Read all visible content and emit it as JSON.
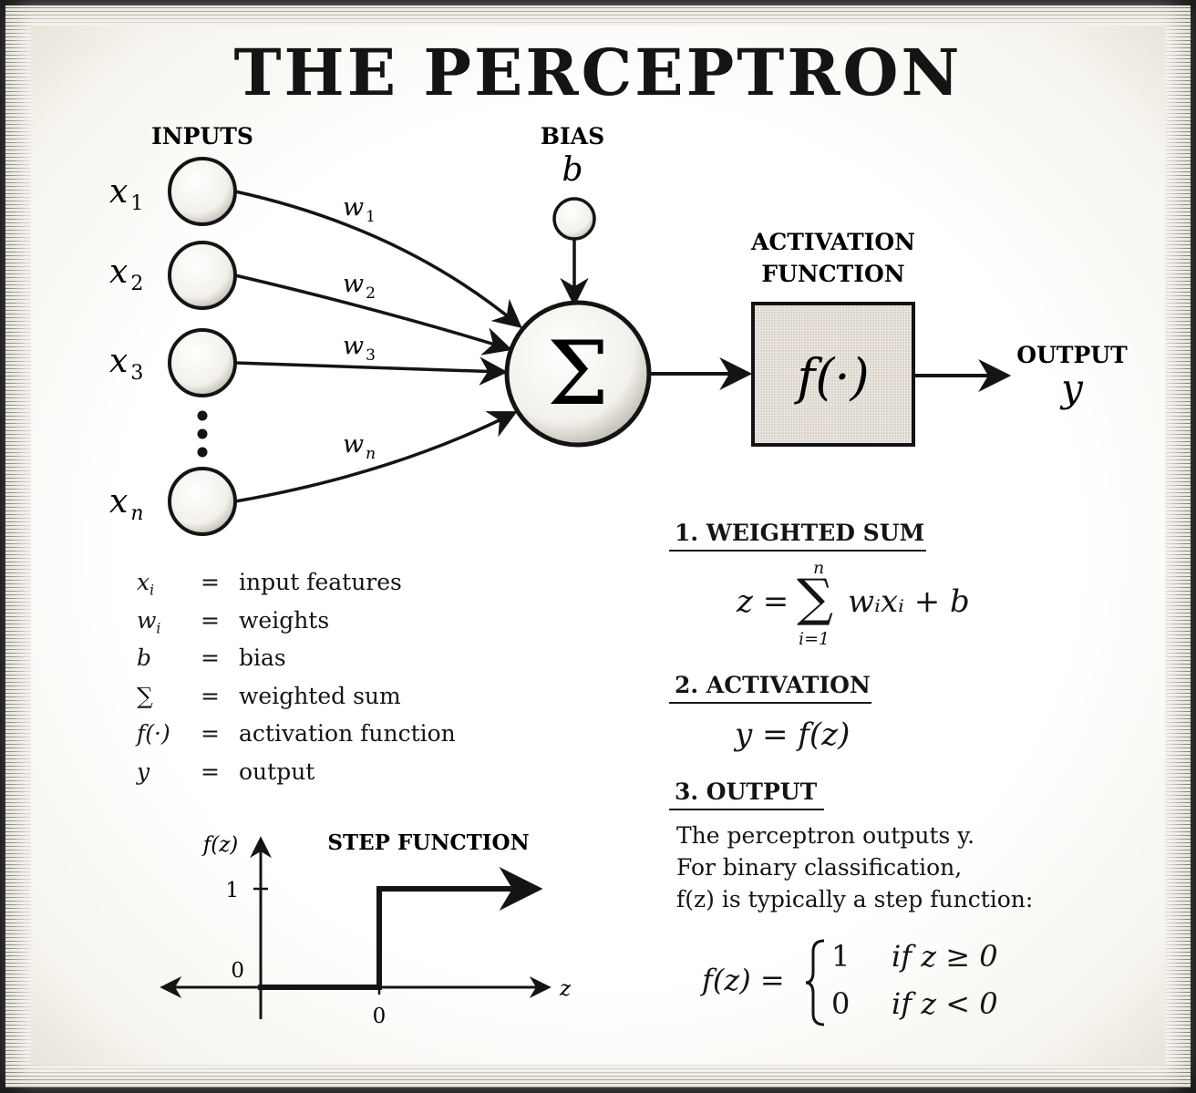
{
  "title": "THE PERCEPTRON",
  "diagram": {
    "inputs_label": "INPUTS",
    "inputs": [
      {
        "name": "x",
        "sub": "1"
      },
      {
        "name": "x",
        "sub": "2"
      },
      {
        "name": "x",
        "sub": "3"
      },
      {
        "name": "x",
        "sub": "n"
      }
    ],
    "weights": [
      {
        "name": "w",
        "sub": "1"
      },
      {
        "name": "w",
        "sub": "2"
      },
      {
        "name": "w",
        "sub": "3"
      },
      {
        "name": "w",
        "sub": "n"
      }
    ],
    "bias_label": "BIAS",
    "bias_symbol": "b",
    "sum_symbol": "Σ",
    "activation_label_1": "ACTIVATION",
    "activation_label_2": "FUNCTION",
    "activation_symbol": "f(·)",
    "output_label": "OUTPUT",
    "output_symbol": "y"
  },
  "legend": [
    {
      "symbol": "x",
      "sub": "i",
      "eq": "=",
      "text": "input features"
    },
    {
      "symbol": "w",
      "sub": "i",
      "eq": "=",
      "text": "weights"
    },
    {
      "symbol": "b",
      "sub": "",
      "eq": "=",
      "text": "bias"
    },
    {
      "symbol": "∑",
      "sub": "",
      "eq": "=",
      "text": "weighted sum"
    },
    {
      "symbol": "f(·)",
      "sub": "",
      "eq": "=",
      "text": "activation function"
    },
    {
      "symbol": "y",
      "sub": "",
      "eq": "=",
      "text": "output"
    }
  ],
  "step_plot": {
    "title": "STEP FUNCTION",
    "y_axis_label": "f(z)",
    "x_axis_label": "z",
    "y_tick_1": "1",
    "y_tick_0": "0",
    "x_tick_0": "0"
  },
  "chart_data": {
    "type": "line",
    "title": "STEP FUNCTION",
    "xlabel": "z",
    "ylabel": "f(z)",
    "x": [
      -1,
      0,
      0,
      1
    ],
    "y": [
      0,
      0,
      1,
      1
    ],
    "yticks": [
      0,
      1
    ],
    "xticks": [
      0
    ]
  },
  "sections": {
    "s1_title": "1. WEIGHTED SUM",
    "s1_formula": {
      "lhs": "z =",
      "sum": "∑",
      "upper": "n",
      "lower": "i=1",
      "rhs": "wᵢxᵢ + b"
    },
    "s2_title": "2. ACTIVATION",
    "s2_formula": "y = f(z)",
    "s3_title": "3. OUTPUT",
    "s3_lines": [
      "The perceptron outputs y.",
      "For binary classification,",
      "f(z) is typically a step function:"
    ],
    "piecewise": {
      "lhs": "f(z) =",
      "case1_value": "1",
      "case1_cond": "if  z ≥ 0",
      "case0_value": "0",
      "case0_cond": "if  z < 0"
    }
  }
}
